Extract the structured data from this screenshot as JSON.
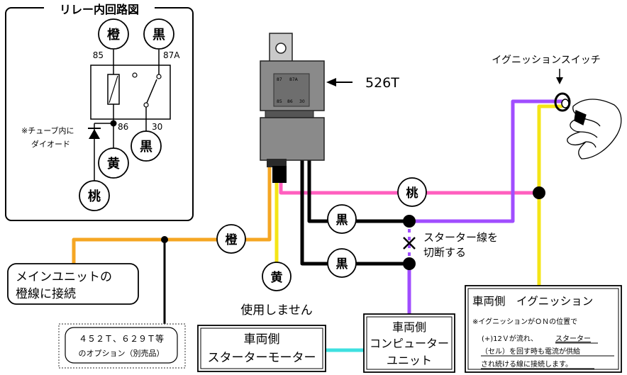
{
  "inset": {
    "title": "リレー内回路図",
    "pins": {
      "p85": "85",
      "p87a": "87A",
      "p86": "86",
      "p30": "30"
    },
    "circles": {
      "orange": "橙",
      "black_top": "黒",
      "black_bottom": "黒",
      "yellow": "黄",
      "pink": "桃"
    },
    "diode_note": [
      "※チューブ内に",
      "ダイオード"
    ]
  },
  "relay": {
    "model": "526T",
    "face_pins": [
      "87",
      "87A",
      "85",
      "86",
      "30"
    ]
  },
  "ignition_switch_label": "イグニッションスイッチ",
  "wire_circles": {
    "pink": "桃",
    "black_upper": "黒",
    "black_lower": "黒",
    "orange": "橙",
    "yellow": "黄"
  },
  "cut_note": [
    "スターター線を",
    "切断する"
  ],
  "unused_note": "使用しません",
  "boxes": {
    "main_unit": [
      "メインユニットの",
      "橙線に接続"
    ],
    "option": [
      "４５２Ｔ、６２９Ｔ等",
      "のオプション（別売品）"
    ],
    "starter_motor": [
      "車両側",
      "スターターモーター"
    ],
    "computer_unit": [
      "車両側",
      "コンピューター",
      "ユニット"
    ],
    "ignition": {
      "title": "車両側　イグニッション",
      "line1": "※イグニッションがＯＮの位置で",
      "line2_a": "(+)12Ｖが流れ、",
      "line2_b": "スターター",
      "line3": "（セル）を回す時も電流が供給",
      "line4": "され続ける線に接続します。"
    }
  },
  "colors": {
    "orange": "#f5a623",
    "yellow": "#f4e516",
    "pink": "#ff5fbf",
    "purple": "#a04dff",
    "black": "#000000",
    "cyan": "#3fe0e0",
    "relay_gray": "#8a8a8a"
  }
}
